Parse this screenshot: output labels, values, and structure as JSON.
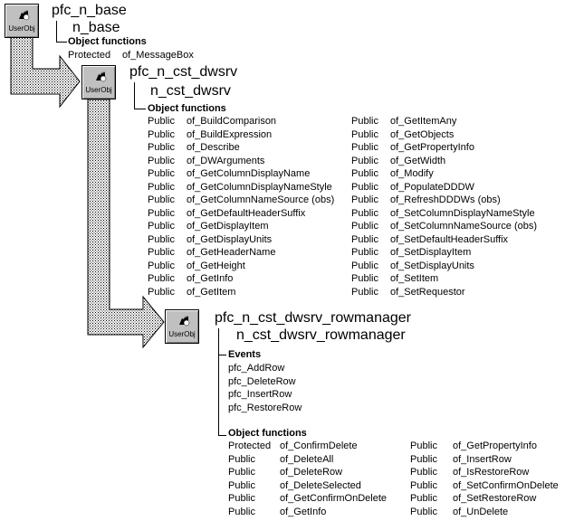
{
  "icon_label": "UserObj",
  "icon_name": "user-object-icon",
  "arrow_pattern": "dotted-hatch",
  "colors": {
    "icon_bg": "#c0c0c0",
    "text": "#000000",
    "background": "#ffffff"
  },
  "nodes": [
    {
      "title": "pfc_n_base",
      "subtitle": "n_base",
      "sections": [
        {
          "heading": "Object functions",
          "items": [
            {
              "access": "Protected",
              "name": "of_MessageBox"
            }
          ]
        }
      ]
    },
    {
      "title": "pfc_n_cst_dwsrv",
      "subtitle": "n_cst_dwsrv",
      "sections": [
        {
          "heading": "Object functions",
          "left": [
            {
              "access": "Public",
              "name": "of_BuildComparison"
            },
            {
              "access": "Public",
              "name": "of_BuildExpression"
            },
            {
              "access": "Public",
              "name": "of_Describe"
            },
            {
              "access": "Public",
              "name": "of_DWArguments"
            },
            {
              "access": "Public",
              "name": "of_GetColumnDisplayName"
            },
            {
              "access": "Public",
              "name": "of_GetColumnDisplayNameStyle"
            },
            {
              "access": "Public",
              "name": "of_GetColumnNameSource (obs)"
            },
            {
              "access": "Public",
              "name": "of_GetDefaultHeaderSuffix"
            },
            {
              "access": "Public",
              "name": "of_GetDisplayItem"
            },
            {
              "access": "Public",
              "name": "of_GetDisplayUnits"
            },
            {
              "access": "Public",
              "name": "of_GetHeaderName"
            },
            {
              "access": "Public",
              "name": "of_GetHeight"
            },
            {
              "access": "Public",
              "name": "of_GetInfo"
            },
            {
              "access": "Public",
              "name": "of_GetItem"
            }
          ],
          "right": [
            {
              "access": "Public",
              "name": "of_GetItemAny"
            },
            {
              "access": "Public",
              "name": "of_GetObjects"
            },
            {
              "access": "Public",
              "name": "of_GetPropertyInfo"
            },
            {
              "access": "Public",
              "name": "of_GetWidth"
            },
            {
              "access": "Public",
              "name": "of_Modify"
            },
            {
              "access": "Public",
              "name": "of_PopulateDDDW"
            },
            {
              "access": "Public",
              "name": "of_RefreshDDDWs (obs)"
            },
            {
              "access": "Public",
              "name": "of_SetColumnDisplayNameStyle"
            },
            {
              "access": "Public",
              "name": "of_SetColumnNameSource (obs)"
            },
            {
              "access": "Public",
              "name": "of_SetDefaultHeaderSuffix"
            },
            {
              "access": "Public",
              "name": "of_SetDisplayItem"
            },
            {
              "access": "Public",
              "name": "of_SetDisplayUnits"
            },
            {
              "access": "Public",
              "name": "of_SetItem"
            },
            {
              "access": "Public",
              "name": "of_SetRequestor"
            }
          ]
        }
      ]
    },
    {
      "title": "pfc_n_cst_dwsrv_rowmanager",
      "subtitle": "n_cst_dwsrv_rowmanager",
      "events": {
        "heading": "Events",
        "items": [
          "pfc_AddRow",
          "pfc_DeleteRow",
          "pfc_InsertRow",
          "pfc_RestoreRow"
        ]
      },
      "sections": [
        {
          "heading": "Object functions",
          "left": [
            {
              "access": "Protected",
              "name": "of_ConfirmDelete"
            },
            {
              "access": "Public",
              "name": "of_DeleteAll"
            },
            {
              "access": "Public",
              "name": "of_DeleteRow"
            },
            {
              "access": "Public",
              "name": "of_DeleteSelected"
            },
            {
              "access": "Public",
              "name": "of_GetConfirmOnDelete"
            },
            {
              "access": "Public",
              "name": "of_GetInfo"
            }
          ],
          "right": [
            {
              "access": "Public",
              "name": "of_GetPropertyInfo"
            },
            {
              "access": "Public",
              "name": "of_InsertRow"
            },
            {
              "access": "Public",
              "name": "of_IsRestoreRow"
            },
            {
              "access": "Public",
              "name": "of_SetConfirmOnDelete"
            },
            {
              "access": "Public",
              "name": "of_SetRestoreRow"
            },
            {
              "access": "Public",
              "name": "of_UnDelete"
            }
          ]
        }
      ]
    }
  ]
}
